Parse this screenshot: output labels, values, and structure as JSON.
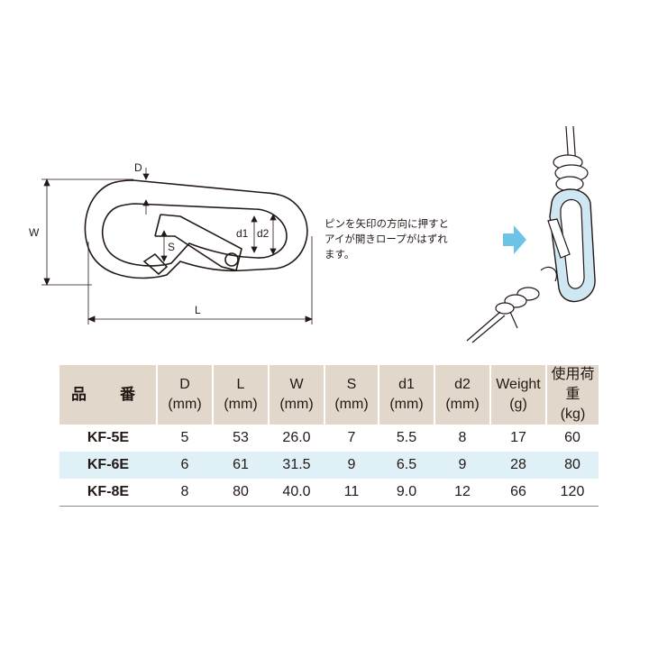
{
  "diagram": {
    "labels": {
      "D": "D",
      "W": "W",
      "L": "L",
      "S": "S",
      "d1": "d1",
      "d2": "d2"
    }
  },
  "note": {
    "lines": [
      "ピンを矢印の方向に押すと",
      "アイが開きロープがはずれ",
      "ます。"
    ]
  },
  "table": {
    "columns": [
      {
        "line1": "品　番",
        "line2": ""
      },
      {
        "line1": "D",
        "line2": "(mm)"
      },
      {
        "line1": "L",
        "line2": "(mm)"
      },
      {
        "line1": "W",
        "line2": "(mm)"
      },
      {
        "line1": "S",
        "line2": "(mm)"
      },
      {
        "line1": "d1",
        "line2": "(mm)"
      },
      {
        "line1": "d2",
        "line2": "(mm)"
      },
      {
        "line1": "Weight",
        "line2": "(g)"
      },
      {
        "line1": "使用荷重",
        "line2": "(kg)"
      }
    ],
    "rows": [
      [
        "KF-5E",
        "5",
        "53",
        "26.0",
        "7",
        "5.5",
        "8",
        "17",
        "60"
      ],
      [
        "KF-6E",
        "6",
        "61",
        "31.5",
        "9",
        "6.5",
        "9",
        "28",
        "80"
      ],
      [
        "KF-8E",
        "8",
        "80",
        "40.0",
        "11",
        "9.0",
        "12",
        "66",
        "120"
      ]
    ]
  },
  "colors": {
    "header_bg": "#e1d8cb",
    "shaded_row_bg": "#dff0f6",
    "arrow": "#6cc3e8",
    "carabiner_fill": "#cfe6f3",
    "text": "#231815"
  }
}
